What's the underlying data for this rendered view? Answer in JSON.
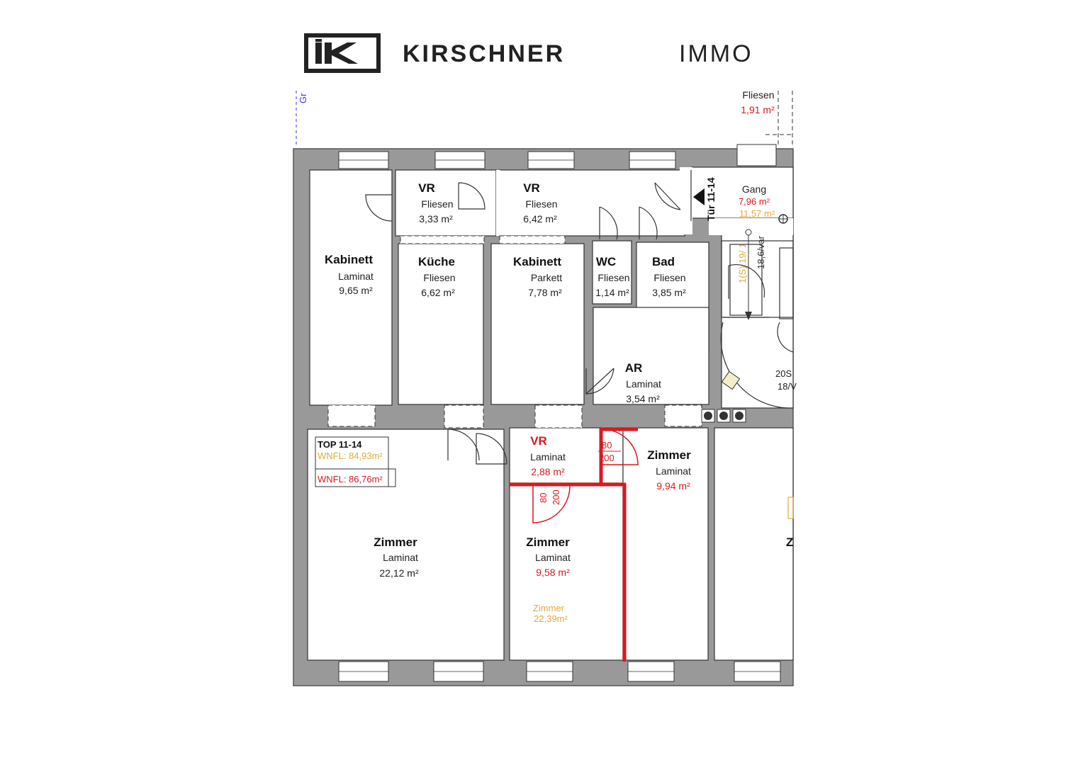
{
  "brand": {
    "name_bold": "KIRSCHNER",
    "name_light": "IMMO",
    "color": "#222222"
  },
  "colors": {
    "wall": "#999999",
    "red": "#d9191f",
    "yellow": "#e2a93b",
    "text": "#222222"
  },
  "top_label": {
    "title": "TOP 11-14",
    "wnfl_yellow": "WNFL: 84,93m²",
    "wnfl_red": "WNFL: 86,76m²"
  },
  "rooms": {
    "kabinett_left": {
      "name": "Kabinett",
      "floor": "Laminat",
      "area": "9,65 m²"
    },
    "vr_small": {
      "name": "VR",
      "floor": "Fliesen",
      "area": "3,33 m²"
    },
    "vr_large": {
      "name": "VR",
      "floor": "Fliesen",
      "area": "6,42 m²"
    },
    "kueche": {
      "name": "Küche",
      "floor": "Fliesen",
      "area": "6,62 m²"
    },
    "kabinett_mid": {
      "name": "Kabinett",
      "floor": "Parkett",
      "area": "7,78 m²"
    },
    "wc": {
      "name": "WC",
      "floor": "Fliesen",
      "area": "1,14 m²"
    },
    "bad": {
      "name": "Bad",
      "floor": "Fliesen",
      "area": "3,85 m²"
    },
    "ar": {
      "name": "AR",
      "floor": "Laminat",
      "area": "3,54 m²"
    },
    "vr_red": {
      "name": "VR",
      "floor": "Laminat",
      "area": "2,88 m²"
    },
    "zimmer_right": {
      "name": "Zimmer",
      "floor": "Laminat",
      "area": "9,94 m²"
    },
    "zimmer_big": {
      "name": "Zimmer",
      "floor": "Laminat",
      "area": "22,12 m²"
    },
    "zimmer_mid": {
      "name": "Zimmer",
      "floor": "Laminat",
      "area": "9,58 m²",
      "old_name": "Zimmer",
      "old_area": "22,39m²"
    },
    "gang": {
      "name": "Gang",
      "area_red": "7,96 m²",
      "area_yellow": "11,57 m²"
    },
    "top_fliesen": {
      "floor": "Fliesen",
      "area": "1,91 m²"
    },
    "stair": {
      "label1": "20S",
      "label2": "18/V"
    },
    "partial_z": {
      "name": "Z"
    }
  },
  "doors": {
    "tuer": "Tür 11-14",
    "d1_w": "80",
    "d1_h": "200",
    "d2_w": "80",
    "d2_h": "200"
  },
  "stair_labels": {
    "a": "18,6/var",
    "b": "1(S) 19/ 1"
  },
  "misc": {
    "gr": "Gr"
  }
}
